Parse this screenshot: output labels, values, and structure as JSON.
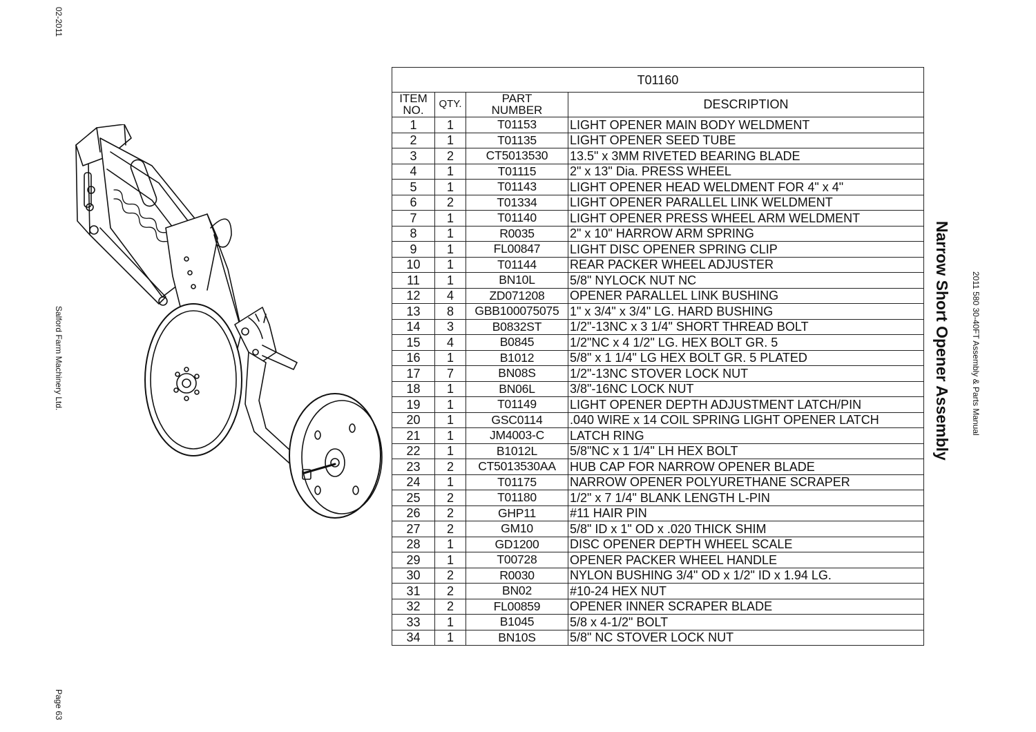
{
  "page": {
    "date_stamp": "02-2011",
    "company": "Salford Farm Machinery Ltd.",
    "page_number": "Page 63",
    "manual_title": "2011 580 30-40FT Assembly & Parts Manual",
    "section_title": "Narrow Short Opener Assembly"
  },
  "parts_table": {
    "assembly_number": "T01160",
    "headers": {
      "item": "ITEM NO.",
      "qty": "QTY.",
      "part_number": "PART NUMBER",
      "description": "DESCRIPTION"
    },
    "rows": [
      {
        "item": "1",
        "qty": "1",
        "part": "T01153",
        "desc": "LIGHT OPENER MAIN BODY WELDMENT"
      },
      {
        "item": "2",
        "qty": "1",
        "part": "T01135",
        "desc": "LIGHT OPENER SEED TUBE"
      },
      {
        "item": "3",
        "qty": "2",
        "part": "CT5013530",
        "desc": "13.5\" x 3MM RIVETED BEARING BLADE"
      },
      {
        "item": "4",
        "qty": "1",
        "part": "T01115",
        "desc": "2\" x 13\" Dia. PRESS WHEEL"
      },
      {
        "item": "5",
        "qty": "1",
        "part": "T01143",
        "desc": " LIGHT OPENER HEAD WELDMENT FOR 4\" x 4\""
      },
      {
        "item": "6",
        "qty": "2",
        "part": "T01334",
        "desc": "LIGHT OPENER PARALLEL LINK WELDMENT"
      },
      {
        "item": "7",
        "qty": "1",
        "part": "T01140",
        "desc": " LIGHT OPENER PRESS WHEEL ARM WELDMENT"
      },
      {
        "item": "8",
        "qty": "1",
        "part": "R0035",
        "desc": "2\" x 10\" HARROW ARM SPRING"
      },
      {
        "item": "9",
        "qty": "1",
        "part": "FL00847",
        "desc": "LIGHT DISC OPENER SPRING CLIP"
      },
      {
        "item": "10",
        "qty": "1",
        "part": "T01144",
        "desc": "REAR PACKER WHEEL ADJUSTER"
      },
      {
        "item": "11",
        "qty": "1",
        "part": "BN10L",
        "desc": "5/8\" NYLOCK NUT NC"
      },
      {
        "item": "12",
        "qty": "4",
        "part": "ZD071208",
        "desc": "OPENER PARALLEL LINK BUSHING"
      },
      {
        "item": "13",
        "qty": "8",
        "part": "GBB100075075",
        "desc": "1\" x 3/4\" x 3/4\" LG. HARD BUSHING"
      },
      {
        "item": "14",
        "qty": "3",
        "part": "B0832ST",
        "desc": "1/2\"-13NC x 3 1/4\"  SHORT THREAD BOLT"
      },
      {
        "item": "15",
        "qty": "4",
        "part": "B0845",
        "desc": "1/2\"NC x 4 1/2\" LG. HEX BOLT GR. 5"
      },
      {
        "item": "16",
        "qty": "1",
        "part": "B1012",
        "desc": "5/8\" x 1 1/4\" LG HEX BOLT GR. 5 PLATED"
      },
      {
        "item": "17",
        "qty": "7",
        "part": "BN08S",
        "desc": "1/2\"-13NC STOVER LOCK NUT"
      },
      {
        "item": "18",
        "qty": "1",
        "part": "BN06L",
        "desc": "3/8\"-16NC LOCK NUT"
      },
      {
        "item": "19",
        "qty": "1",
        "part": "T01149",
        "desc": "LIGHT OPENER DEPTH ADJUSTMENT LATCH/PIN"
      },
      {
        "item": "20",
        "qty": "1",
        "part": "GSC0114",
        "desc": ".040 WIRE x 14 COIL SPRING  LIGHT OPENER LATCH"
      },
      {
        "item": "21",
        "qty": "1",
        "part": "JM4003-C",
        "desc": "LATCH RING"
      },
      {
        "item": "22",
        "qty": "1",
        "part": "B1012L",
        "desc": "5/8\"NC x 1 1/4\" LH HEX BOLT"
      },
      {
        "item": "23",
        "qty": "2",
        "part": "CT5013530AA",
        "desc": "HUB CAP FOR NARROW OPENER BLADE"
      },
      {
        "item": "24",
        "qty": "1",
        "part": "T01175",
        "desc": "NARROW OPENER POLYURETHANE SCRAPER"
      },
      {
        "item": "25",
        "qty": "2",
        "part": "T01180",
        "desc": "1/2\" x 7 1/4\" BLANK LENGTH L-PIN"
      },
      {
        "item": "26",
        "qty": "2",
        "part": "GHP11",
        "desc": "#11 HAIR PIN"
      },
      {
        "item": "27",
        "qty": "2",
        "part": "GM10",
        "desc": "5/8\" ID x 1\" OD x .020 THICK SHIM"
      },
      {
        "item": "28",
        "qty": "1",
        "part": "GD1200",
        "desc": "DISC OPENER DEPTH WHEEL SCALE"
      },
      {
        "item": "29",
        "qty": "1",
        "part": "T00728",
        "desc": "OPENER PACKER WHEEL HANDLE"
      },
      {
        "item": "30",
        "qty": "2",
        "part": "R0030",
        "desc": "NYLON BUSHING 3/4\" OD x 1/2\" ID x 1.94 LG."
      },
      {
        "item": "31",
        "qty": "2",
        "part": "BN02",
        "desc": "#10-24 HEX NUT"
      },
      {
        "item": "32",
        "qty": "2",
        "part": "FL00859",
        "desc": "OPENER INNER SCRAPER BLADE"
      },
      {
        "item": "33",
        "qty": "1",
        "part": "B1045",
        "desc": "5/8 x 4-1/2\" BOLT"
      },
      {
        "item": "34",
        "qty": "1",
        "part": "BN10S",
        "desc": "5/8\" NC STOVER LOCK NUT"
      }
    ]
  }
}
